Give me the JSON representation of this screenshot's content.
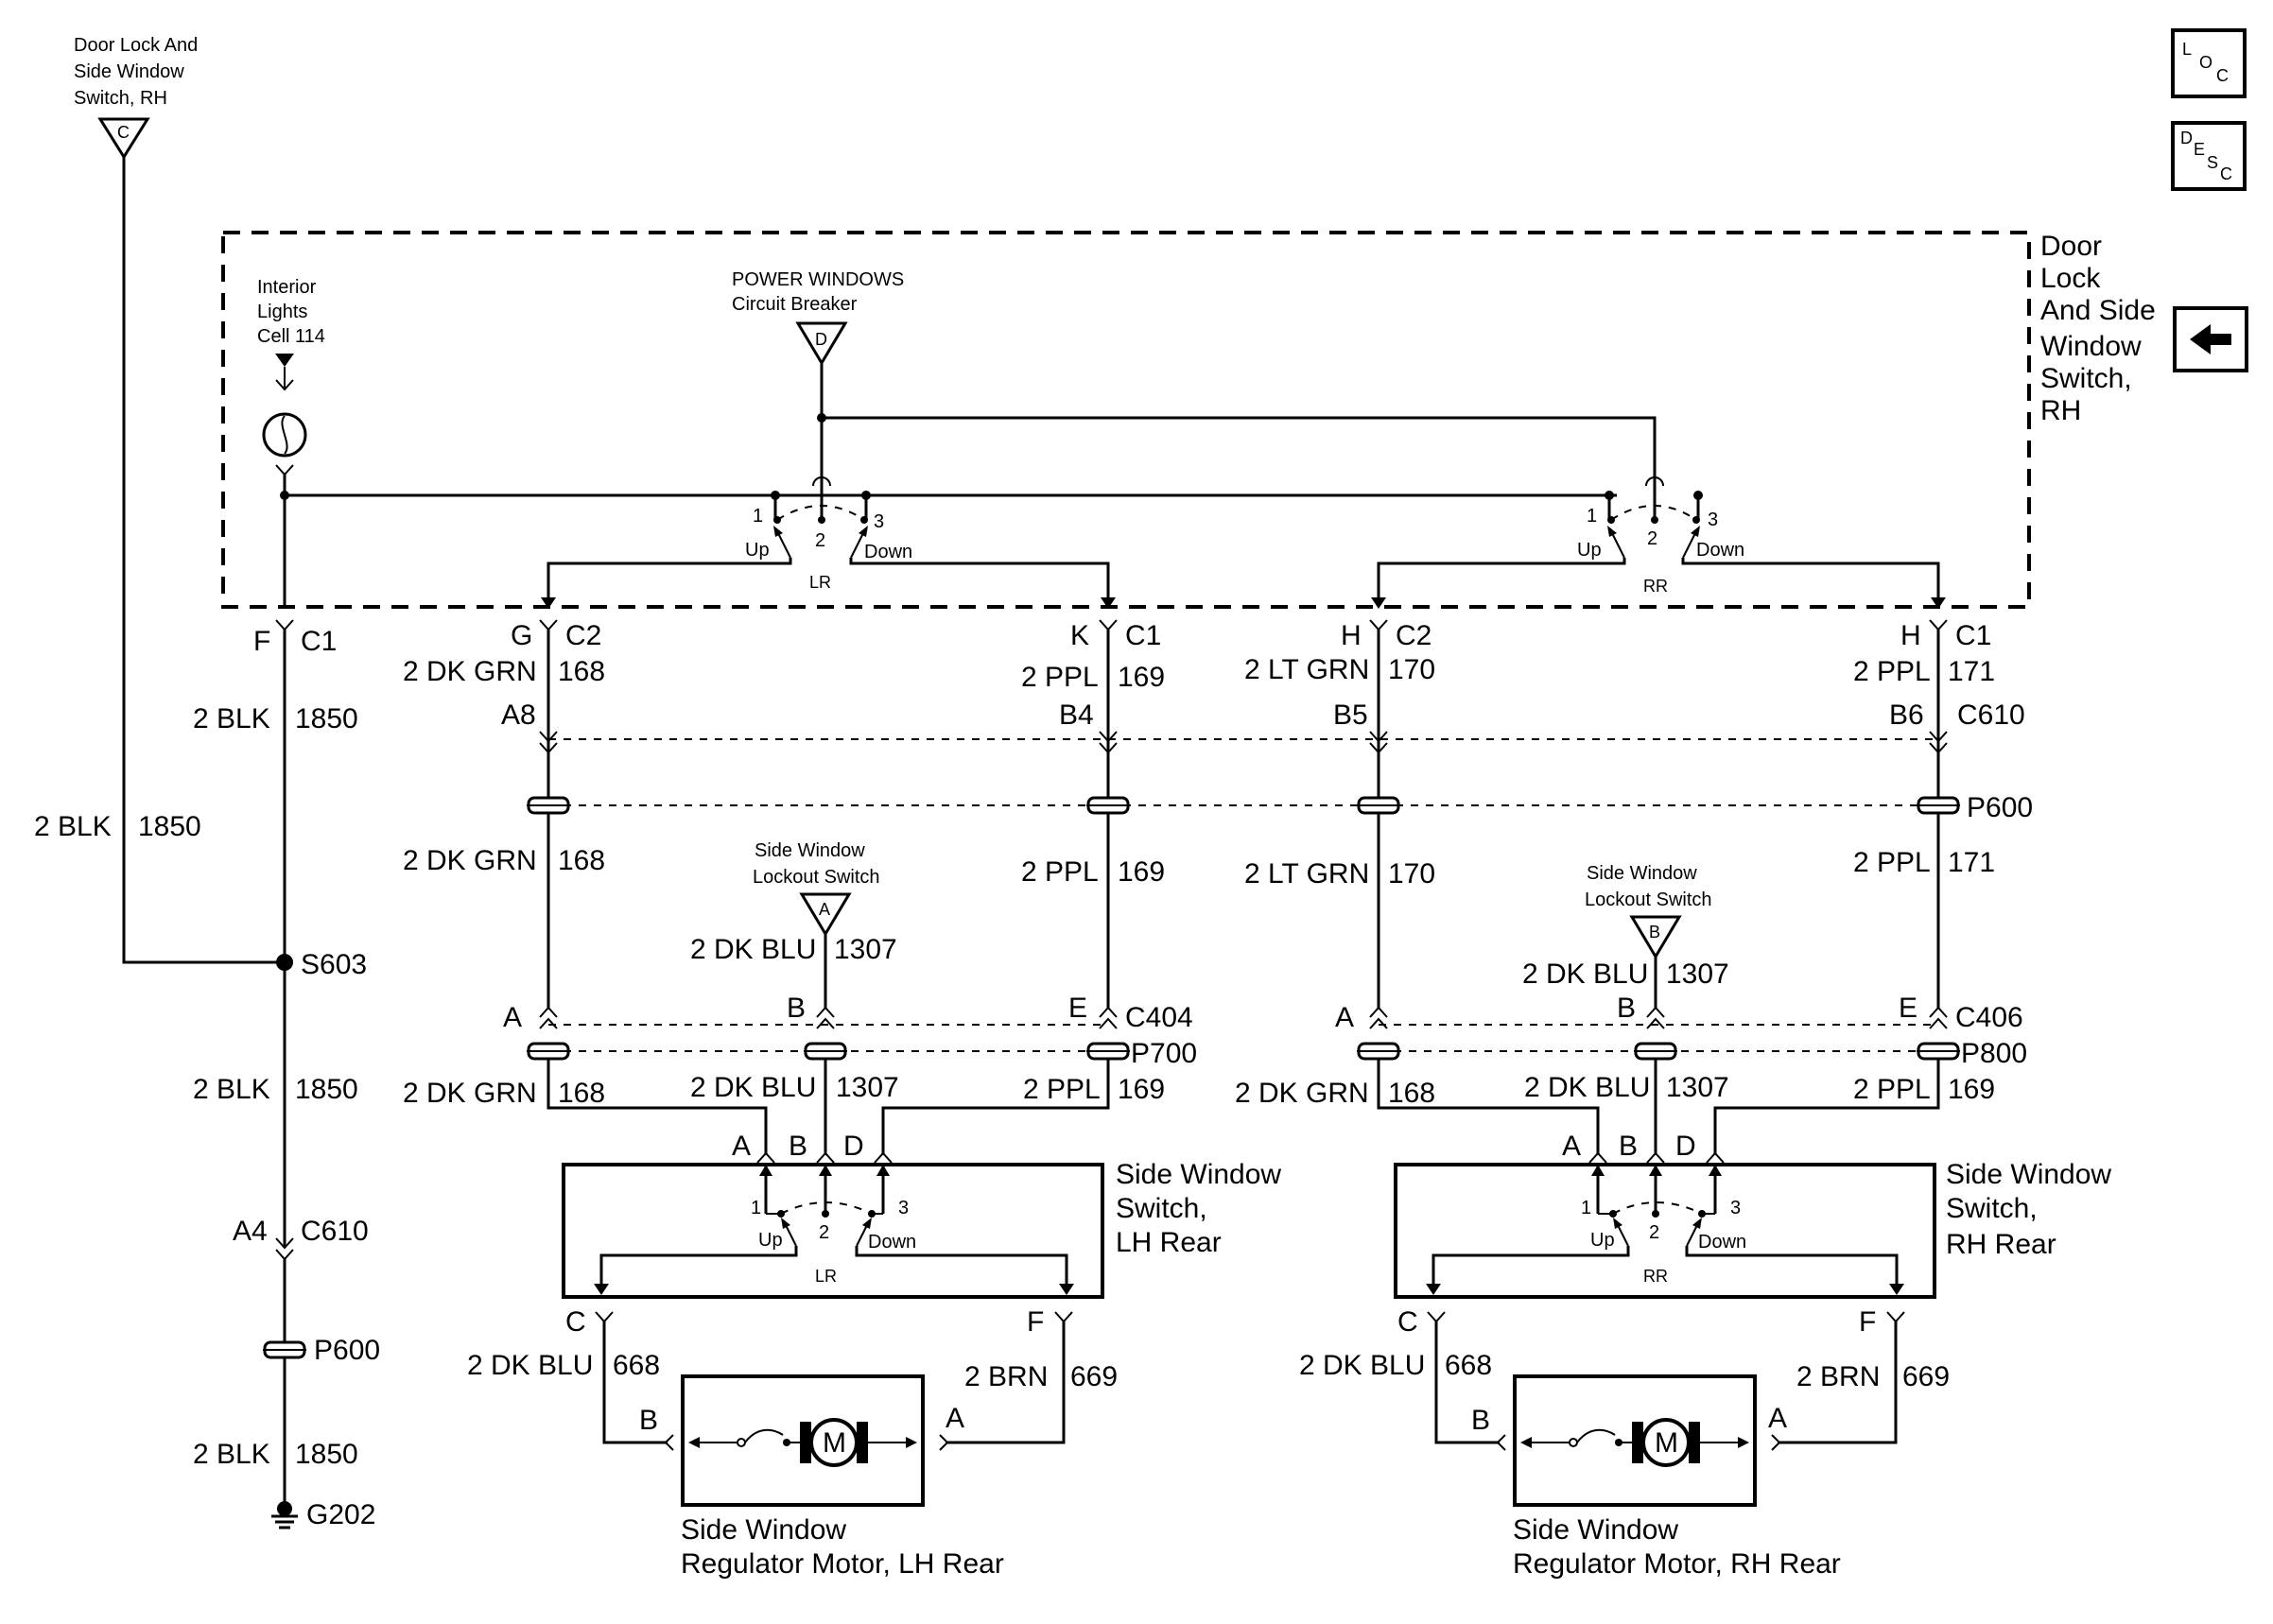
{
  "top_left_ref": {
    "label": "Door Lock And\nSide Window\nSwitch, RH",
    "pin": "C"
  },
  "nav": {
    "loc_icon": "location-icon",
    "desc_icon": "description-icon",
    "back_icon": "arrow-left-icon"
  },
  "module": {
    "label": [
      "Door",
      "Lock",
      "And Side",
      "Window",
      "Switch,",
      "RH"
    ],
    "interior_lights": [
      "Interior",
      "Lights",
      "Cell 114"
    ],
    "breaker": [
      "POWER WINDOWS",
      "Circuit Breaker"
    ],
    "breaker_pin": "D",
    "sw_lr": {
      "n1": "1",
      "n2": "2",
      "n3": "3",
      "up": "Up",
      "down": "Down",
      "name": "LR"
    },
    "sw_rr": {
      "n1": "1",
      "n2": "2",
      "n3": "3",
      "up": "Up",
      "down": "Down",
      "name": "RR"
    }
  },
  "connectors": {
    "f_c1": {
      "pin": "F",
      "conn": "C1"
    },
    "g_c2": {
      "pin": "G",
      "conn": "C2"
    },
    "k_c1": {
      "pin": "K",
      "conn": "C1"
    },
    "h_c2": {
      "pin": "H",
      "conn": "C2"
    },
    "h_c1": {
      "pin": "H",
      "conn": "C1"
    },
    "a8": "A8",
    "b4": "B4",
    "b5": "B5",
    "b6": "B6",
    "c610": "C610",
    "p600": "P600",
    "c404": "C404",
    "c406": "C406",
    "p700": "P700",
    "p800": "P800",
    "a": "A",
    "b": "B",
    "e": "E",
    "d": "D",
    "c": "C",
    "f": "F",
    "s603": "S603",
    "a4": "A4",
    "c610b": "C610",
    "p600b": "P600",
    "g202": "G202"
  },
  "wires": {
    "blk1850": {
      "color": "2 BLK",
      "num": "1850"
    },
    "dkgrn168": {
      "color": "2 DK GRN",
      "num": "168"
    },
    "ppl169": {
      "color": "2 PPL",
      "num": "169"
    },
    "ltgrn170": {
      "color": "2 LT GRN",
      "num": "170"
    },
    "ppl171": {
      "color": "2 PPL",
      "num": "171"
    },
    "dkblu1307": {
      "color": "2 DK BLU",
      "num": "1307"
    },
    "dkblu668": {
      "color": "2 DK BLU",
      "num": "668"
    },
    "brn669": {
      "color": "2 BRN",
      "num": "669"
    }
  },
  "lockout_ref": {
    "label": [
      "Side Window",
      "Lockout Switch"
    ],
    "pin_a": "A",
    "pin_b": "B"
  },
  "lh_switch": {
    "label": [
      "Side Window",
      "Switch,",
      "LH Rear"
    ]
  },
  "rh_switch": {
    "label": [
      "Side Window",
      "Switch,",
      "RH Rear"
    ]
  },
  "lh_motor": {
    "label": [
      "Side Window",
      "Regulator Motor, LH Rear"
    ],
    "m": "M"
  },
  "rh_motor": {
    "label": [
      "Side Window",
      "Regulator Motor, RH Rear"
    ],
    "m": "M"
  }
}
